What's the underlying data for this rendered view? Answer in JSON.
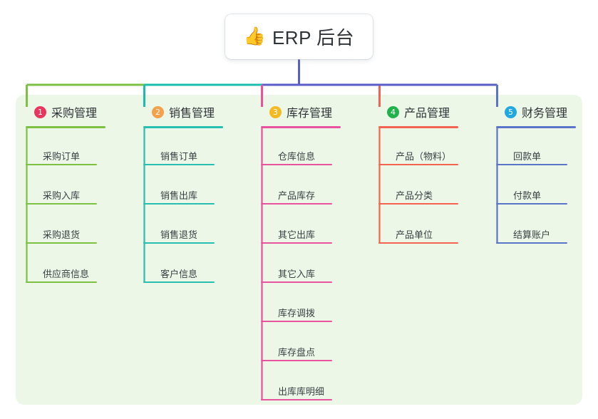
{
  "diagram": {
    "type": "mindmap",
    "orientation": "top-down",
    "root": {
      "icon": "thumbs-up-icon",
      "icon_glyph": "👍",
      "title": "ERP 后台",
      "stem_color": "#5a5fc7"
    },
    "panel_background": "#edf7e8",
    "branches": [
      {
        "index": "1",
        "title": "采购管理",
        "badge_color": "#e8365d",
        "line_color": "#7cc142",
        "link_color": "#7cc142",
        "children": [
          "采购订单",
          "采购入库",
          "采购退货",
          "供应商信息"
        ]
      },
      {
        "index": "2",
        "title": "销售管理",
        "badge_color": "#f5a04a",
        "line_color": "#26bfb1",
        "link_color": "#18bdb0",
        "children": [
          "销售订单",
          "销售出库",
          "销售退货",
          "客户信息"
        ]
      },
      {
        "index": "3",
        "title": "库存管理",
        "badge_color": "#f5b921",
        "line_color": "#e8529e",
        "link_color": "#e8529e",
        "children": [
          "仓库信息",
          "产品库存",
          "其它出库",
          "其它入库",
          "库存调拨",
          "库存盘点",
          "出库库明细"
        ]
      },
      {
        "index": "4",
        "title": "产品管理",
        "badge_color": "#22b24c",
        "line_color": "#f4634f",
        "link_color": "#f4634f",
        "children": [
          "产品（物料）",
          "产品分类",
          "产品单位"
        ]
      },
      {
        "index": "5",
        "title": "财务管理",
        "badge_color": "#20a8e0",
        "line_color": "#5a74c8",
        "link_color": "#5a74c8",
        "children": [
          "回款单",
          "付款单",
          "结算账户"
        ]
      }
    ]
  }
}
